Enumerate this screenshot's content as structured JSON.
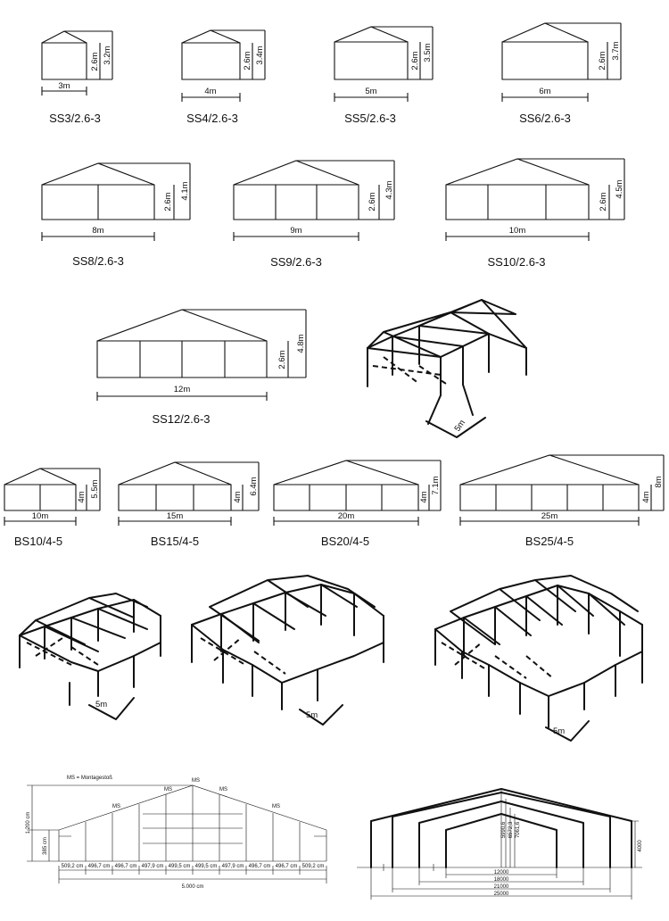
{
  "small_elevations": [
    {
      "model": "SS3/2.6-3",
      "width": "3m",
      "side": "2.6m",
      "ridge": "3.2m"
    },
    {
      "model": "SS4/2.6-3",
      "width": "4m",
      "side": "2.6m",
      "ridge": "3.4m"
    },
    {
      "model": "SS5/2.6-3",
      "width": "5m",
      "side": "2.6m",
      "ridge": "3.5m"
    },
    {
      "model": "SS6/2.6-3",
      "width": "6m",
      "side": "2.6m",
      "ridge": "3.7m"
    },
    {
      "model": "SS8/2.6-3",
      "width": "8m",
      "side": "2.6m",
      "ridge": "4.1m"
    },
    {
      "model": "SS9/2.6-3",
      "width": "9m",
      "side": "2.6m",
      "ridge": "4.3m"
    },
    {
      "model": "SS10/2.6-3",
      "width": "10m",
      "side": "2.6m",
      "ridge": "4.5m"
    },
    {
      "model": "SS12/2.6-3",
      "width": "12m",
      "side": "2.6m",
      "ridge": "4.8m"
    }
  ],
  "big_elevations": [
    {
      "model": "BS10/4-5",
      "width": "10m",
      "side": "4m",
      "ridge": "5.5m"
    },
    {
      "model": "BS15/4-5",
      "width": "15m",
      "side": "4m",
      "ridge": "6.4m"
    },
    {
      "model": "BS20/4-5",
      "width": "20m",
      "side": "4m",
      "ridge": "7.1m"
    },
    {
      "model": "BS25/4-5",
      "width": "25m",
      "side": "4m",
      "ridge": "8m"
    }
  ],
  "frame_bay_label": "5m",
  "frame_bay_label_top": "5m",
  "technical": {
    "legend": "MS = Montagestoß",
    "ms_marks": [
      "MS",
      "MS",
      "MS",
      "MS",
      "MS"
    ],
    "overall_height": "1.200 cm",
    "side_height": "385 cm",
    "bays": [
      "509,2 cm",
      "496,7 cm",
      "496,7 cm",
      "497,9 cm",
      "499,5 cm",
      "499,5 cm",
      "497,9 cm",
      "496,7 cm",
      "496,7 cm",
      "509,2 cm"
    ],
    "total_width": "5.000 cm"
  },
  "section": {
    "spans": [
      "12000",
      "18000",
      "21000",
      "25000"
    ],
    "heights": [
      "5990,6",
      "6572,3",
      "7061,6"
    ],
    "side_height": "4000"
  }
}
